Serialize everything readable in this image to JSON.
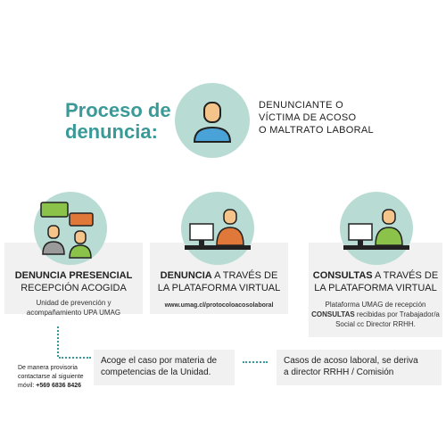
{
  "title": {
    "line1": "Proceso de",
    "line2": "denuncia:"
  },
  "reporter": {
    "line1": "DENUNCIANTE O",
    "line2": "VÍCTIMA DE ACOSO",
    "line3": "O MALTRATO LABORAL"
  },
  "cards": [
    {
      "title_bold": "DENUNCIA PRESENCIAL",
      "title_rest": "",
      "subtitle": "RECEPCIÓN ACOGIDA",
      "text1": "Unidad de prevención y",
      "text2": "acompañamiento UPA UMAG",
      "text3": ""
    },
    {
      "title_bold": "DENUNCIA",
      "title_rest": " A TRAVÉS DE",
      "subtitle": "LA PLATAFORMA VIRTUAL",
      "link": "www.umag.cl/protocoloacosolaboral"
    },
    {
      "title_bold": "CONSULTAS",
      "title_rest": " A TRAVÉS DE",
      "subtitle": "LA PLATAFORMA VIRTUAL",
      "text1": "Plataforma UMAG de recepción",
      "text2_bold": "CONSULTAS",
      "text2_rest": " recibidas por Trabajador/a",
      "text3": "Social cc Director RRHH."
    }
  ],
  "note": {
    "line1": "De manera provisoria",
    "line2": "contactarse al siguiente",
    "line3_pre": "móvil: ",
    "phone": "+569 6836 8426"
  },
  "box1": {
    "line1": "Acoge el caso por materia de",
    "line2": "competencias de la Unidad."
  },
  "box2": {
    "line1": "Casos de acoso laboral, se deriva",
    "line2": "a director RRHH / Comisión"
  },
  "colors": {
    "accent": "#3a9a98",
    "circle": "#b8dcd3",
    "orange": "#e0783a",
    "green": "#8bc34a",
    "blue": "#4aa3d8"
  }
}
